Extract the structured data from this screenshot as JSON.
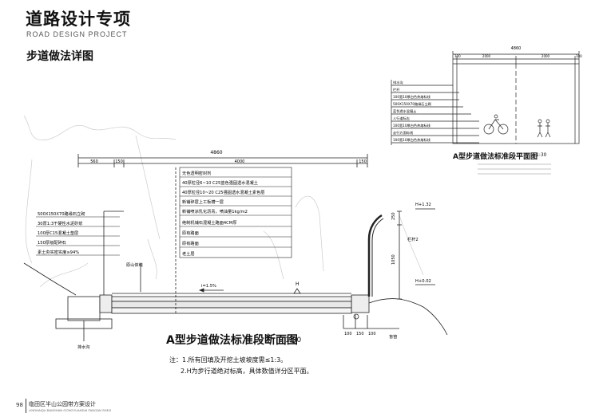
{
  "header": {
    "title_zh": "道路设计专项",
    "title_en": "ROAD DESIGN PROJECT",
    "subtitle": "步道做法详图"
  },
  "section": {
    "dim_total": "4860",
    "dims": [
      "560",
      "150",
      "4000",
      "150"
    ],
    "layers_left": [
      "500X150X70路缘石立砌",
      "30厚1:3干硬性水泥砂浆",
      "100厚C15混凝土垫层",
      "150厚级配碎石",
      "素土夯实密实度≥94%"
    ],
    "layers_right": [
      "无色透明密封剂",
      "40厚粒径6~10 C25蓝色强固透水混凝土",
      "40厚粒径10~20 C25强固透水混凝土素色层",
      "新铺碎层上工板槽一层",
      "新铺喷涂乳化沥青，喷油量1kg/m2",
      "绝制机铺石混凝土路面4CM厚",
      "原有路面",
      "原有路面",
      "老土层"
    ],
    "slope": "i=1.5%",
    "label_h": "H",
    "label_guard": "原山体线",
    "label_drain": "排水沟",
    "label_rail": "栏杆2",
    "label_h132": "H+1.32",
    "label_h002": "H+0.02",
    "dim_250": "250",
    "dim_1050": "1050",
    "dim_100": "100",
    "dim_150b": "150",
    "dim_100b": "100",
    "label_pipe": "盲管",
    "caption": "A型步道做法标准段断面图",
    "scale": "1:30",
    "notes": [
      "注：1.所有回填及开挖土坡坡度需≤1:3。",
      "2.H为步行道绝对标高，具体数值详分区平面。"
    ]
  },
  "plan": {
    "dim_total": "4860",
    "dims": [
      "100",
      "2000",
      "2000",
      "100"
    ],
    "labels": [
      "排水沟",
      "栏杆",
      "100宽10厚白色热熔标线",
      "500X150X70路缘石立砌",
      "蓝色透水混凝土",
      "人行道标志",
      "100宽10厚白色热熔标线",
      "走行方面标线",
      "100宽10厚白色热熔标线"
    ],
    "caption": "A型步道做法标准段平面图",
    "scale": "1:30"
  },
  "footer": {
    "page": "98",
    "zh": "临田区半山公园带方案设计",
    "en": "LINDIANQU BANSHAN GONGYUANDAI FANGAN SHEJI"
  }
}
